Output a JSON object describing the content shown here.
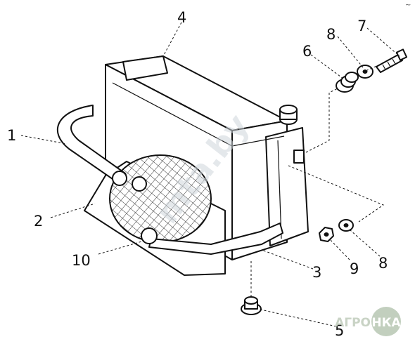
{
  "callouts": {
    "c1": "1",
    "c2": "2",
    "c3": "3",
    "c4": "4",
    "c5": "5",
    "c6": "6",
    "c7": "7",
    "c8a": "8",
    "c8b": "8",
    "c9": "9",
    "c10": "10"
  },
  "watermark": "mta.by",
  "logo": {
    "left": "АГРО",
    "right": "НКА"
  },
  "corner_mark": "~"
}
